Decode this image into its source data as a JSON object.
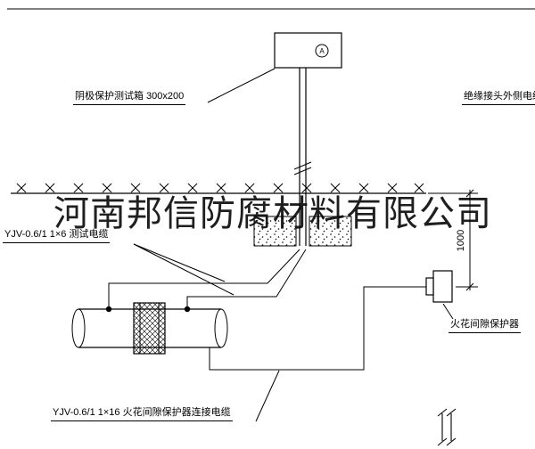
{
  "watermark": "河南邦信防腐材料有限公司",
  "labels": {
    "test_box": "阴极保护测试箱 300x200",
    "outer_cable": "绝缘接头外侧电缆",
    "test_cable": "YJV-0.6/1  1×6   测试电缆",
    "spark_gap_protector": "火花间隙保护器",
    "spark_gap_cable": "YJV-0.6/1  1×16   火花间隙保护器连接电缆",
    "dimension_depth": "1000",
    "meter_letter": "A"
  },
  "colors": {
    "line": "#000000",
    "background": "#ffffff",
    "watermark": "#1a1a1a"
  }
}
